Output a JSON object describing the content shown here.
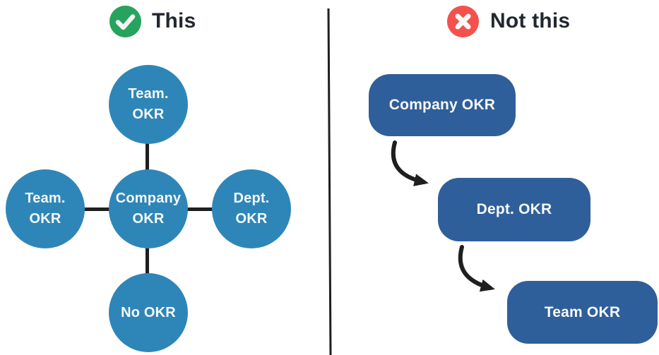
{
  "left_panel": {
    "title": "This",
    "badge_icon": "check-icon",
    "nodes": [
      {
        "id": "top",
        "label": "Team.\nOKR"
      },
      {
        "id": "left",
        "label": "Team.\nOKR"
      },
      {
        "id": "center",
        "label": "Company\nOKR"
      },
      {
        "id": "right",
        "label": "Dept.\nOKR"
      },
      {
        "id": "bottom",
        "label": "No OKR"
      }
    ]
  },
  "right_panel": {
    "title": "Not this",
    "badge_icon": "cross-icon",
    "boxes": [
      {
        "label": "Company OKR"
      },
      {
        "label": "Dept. OKR"
      },
      {
        "label": "Team OKR"
      }
    ]
  },
  "colors": {
    "circle_blue": "#2E86B8",
    "box_blue": "#2F5F9A",
    "check_green": "#27A35E",
    "cross_red": "#F4514D",
    "connector_black": "#1F1F1F",
    "title_text": "#222831"
  }
}
